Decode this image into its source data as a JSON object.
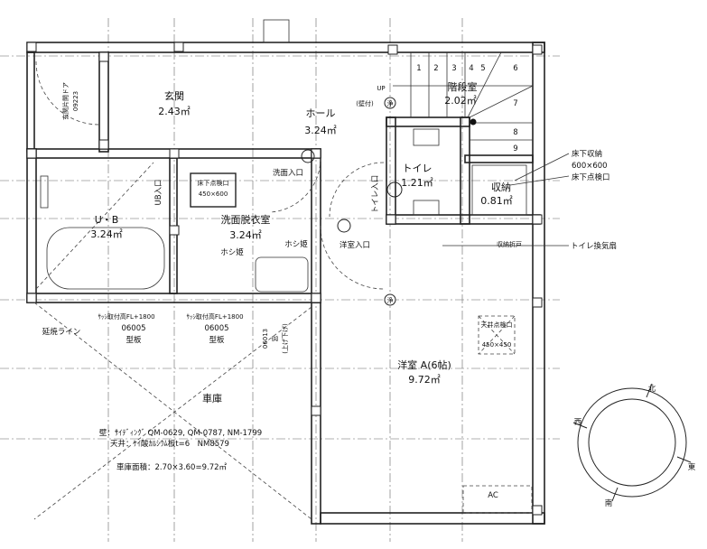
{
  "rooms": {
    "genkan": {
      "name": "玄関",
      "area": "2.43㎡"
    },
    "hall": {
      "name": "ホール",
      "area": "3.24㎡"
    },
    "stair": {
      "name": "階段室",
      "area": "2.02㎡"
    },
    "toilet": {
      "name": "トイレ",
      "area": "1.21㎡"
    },
    "storage": {
      "name": "収納",
      "area": "0.81㎡"
    },
    "ub": {
      "name": "U・B",
      "area": "3.24㎡"
    },
    "washroom": {
      "name": "洗面脱衣室",
      "area": "3.24㎡"
    },
    "western": {
      "name": "洋室 A(6帖)",
      "area": "9.72㎡"
    },
    "garage": {
      "name": "車庫"
    }
  },
  "labels": {
    "entrance_door": "玄関片開ドア",
    "entrance_door_code": "09223",
    "floor_hatch": "床下点検口",
    "floor_hatch_size": "450×600",
    "wash_entry": "洗面入口",
    "ub_entry": "UB入口",
    "toilet_entry": "トイレ入口",
    "western_entry": "洋室入口",
    "hoshi1": "ホシ姫",
    "hoshi2": "ホシ姫",
    "sash1": "ｻｯｼ取付高FL+1800",
    "sash1_code": "06005",
    "sash1_type": "型板",
    "sash2": "ｻｯｼ取付高FL+1800",
    "sash2_code": "06005",
    "sash2_type": "型板",
    "fire_line": "延焼ライン",
    "window_code": "06013",
    "window_name": "窓",
    "window_type": "(上げ下げ)",
    "ceiling_hatch": "天井点検口",
    "ceiling_hatch_size": "450×450",
    "garage_wall": "壁：ｻｲﾃﾞｨﾝｸﾞ QM-0629, QM-0787, NM-1799",
    "garage_ceiling": "天井：ｹｲ酸ｶﾙｼｳﾑ板t=6　NM8579",
    "garage_area": "車庫面積：2.70×3.60=9.72㎡",
    "ac": "AC",
    "underfloor_storage": "床下収納",
    "underfloor_storage_size": "600×600",
    "underfloor_hatch": "床下点検口",
    "storage_door": "収納折戸",
    "toilet_fan": "トイレ換気扇",
    "up": "UP",
    "wall_mount": "(壁付)",
    "jou1": "浄",
    "jou2": "浄"
  },
  "stair_steps": [
    "1",
    "2",
    "3",
    "4",
    "5",
    "6",
    "7",
    "8",
    "9"
  ],
  "compass": {
    "n": "北",
    "w": "西",
    "e": "東",
    "s": "南"
  }
}
